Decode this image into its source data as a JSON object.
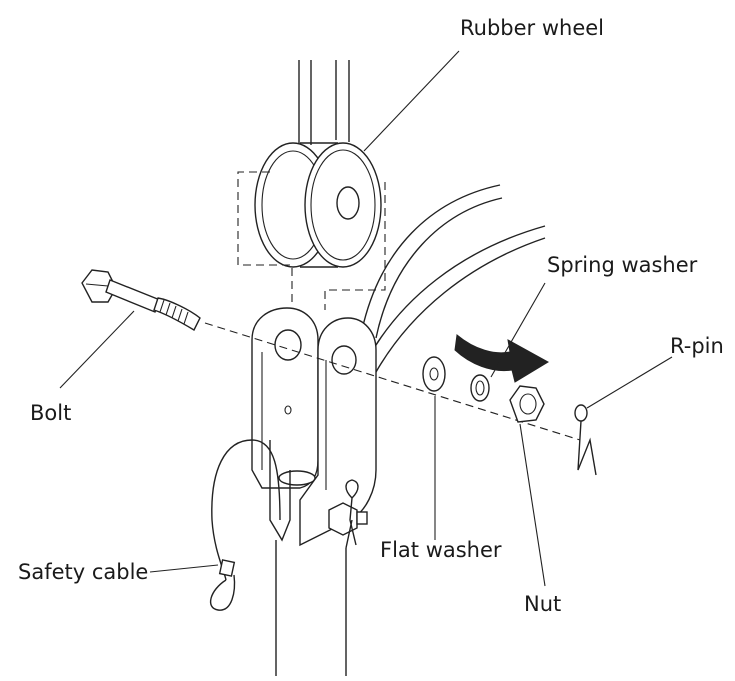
{
  "labels": {
    "rubber_wheel": "Rubber wheel",
    "spring_washer": "Spring washer",
    "r_pin": "R-pin",
    "bolt": "Bolt",
    "safety_cable": "Safety cable",
    "flat_washer": "Flat washer",
    "nut": "Nut"
  }
}
